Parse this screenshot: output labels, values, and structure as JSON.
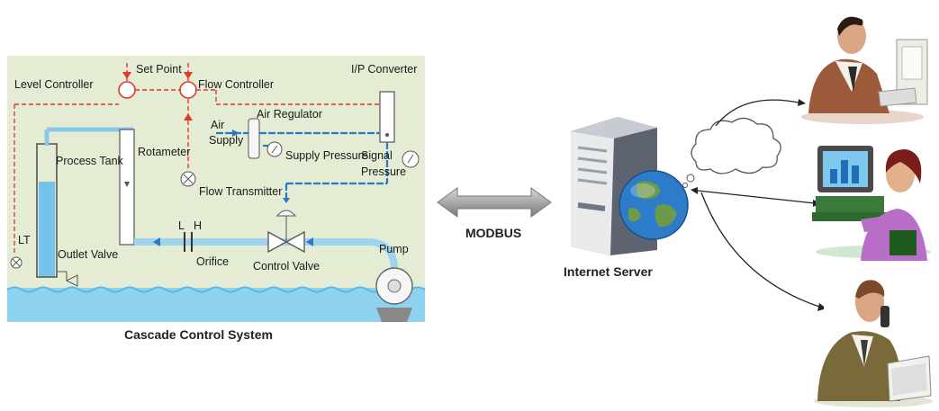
{
  "cascade": {
    "caption": "Cascade Control System",
    "labels": {
      "level_controller": "Level Controller",
      "set_point": "Set Point",
      "flow_controller": "Flow Controller",
      "ip_converter": "I/P Converter",
      "air_regulator": "Air Regulator",
      "air": "Air",
      "supply": "Supply",
      "supply_pressure": "Supply Pressure",
      "signal": "Signal",
      "pressure": "Pressure",
      "process_tank": "Process Tank",
      "rotameter": "Rotameter",
      "flow_transmitter": "Flow Transmitter",
      "l": "L",
      "h": "H",
      "lt": "LT",
      "outlet_valve": "Outlet Valve",
      "orifice": "Orifice",
      "control_valve": "Control Valve",
      "pump": "Pump"
    }
  },
  "link_label": "MODBUS",
  "server_caption": "Internet Server",
  "colors": {
    "panel_bg": "#e4ecd3",
    "water": "#8fd2ef",
    "signal_red": "#e03a2f",
    "pneumatic_blue": "#2a78c8",
    "pipe_blue": "#9fd4ef"
  }
}
